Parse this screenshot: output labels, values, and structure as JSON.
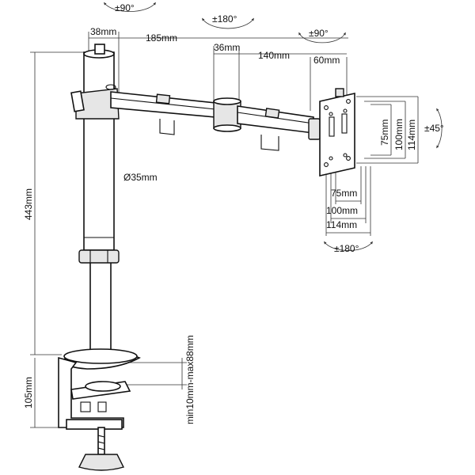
{
  "labels": {
    "rot_top_left": "±90°",
    "rot_top_mid": "±180°",
    "rot_top_right": "±90°",
    "rot_right": "±45°",
    "rot_bottom": "±180°",
    "seg_38": "38mm",
    "seg_185": "185mm",
    "seg_36": "36mm",
    "seg_140": "140mm",
    "seg_60": "60mm",
    "pole_dia": "Ø35mm",
    "height_443": "443mm",
    "height_105": "105mm",
    "clamp_range": "min10mm-max88mm",
    "vesa_v_75": "75mm",
    "vesa_v_100": "100mm",
    "vesa_v_114": "114mm",
    "vesa_h_75": "75mm",
    "vesa_h_100": "100mm",
    "vesa_h_114": "114mm"
  }
}
